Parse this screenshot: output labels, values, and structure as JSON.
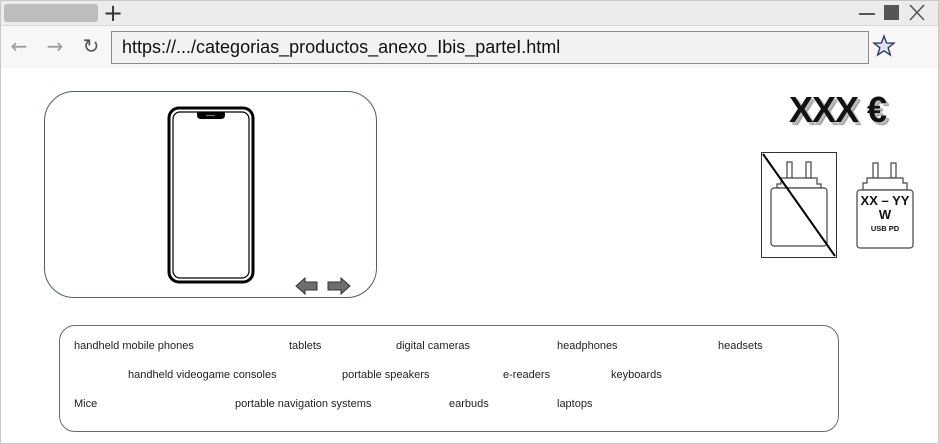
{
  "browser": {
    "tab_label": "",
    "new_tab_icon": "+",
    "address": "https://.../categorias_productos_anexo_Ibis_parteI.html",
    "back_icon": "←",
    "forward_icon": "→",
    "reload_icon": "↻"
  },
  "product": {
    "price": "XXX €",
    "charger_spec": {
      "power_range": "XX – YY",
      "unit": "W",
      "standard": "USB PD"
    }
  },
  "categories": {
    "rows": [
      [
        "handheld mobile phones",
        "tablets",
        "digital cameras",
        "headphones",
        "headsets"
      ],
      [
        "handheld videogame consoles",
        "portable speakers",
        "e-readers",
        "keyboards"
      ],
      [
        "Mice",
        "portable navigation systems",
        "earbuds",
        "laptops"
      ]
    ]
  }
}
